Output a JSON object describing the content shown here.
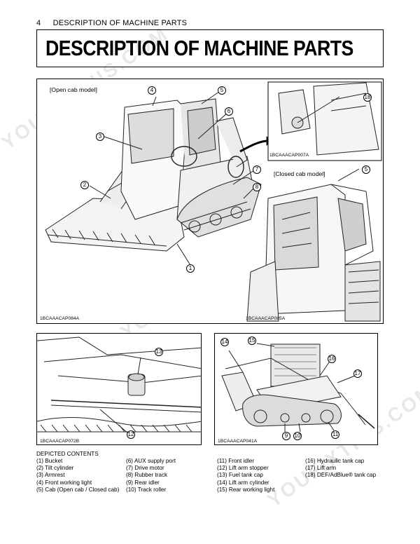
{
  "header": {
    "page_number": "4",
    "section_title": "DESCRIPTION OF MACHINE PARTS"
  },
  "title": "DESCRIPTION OF MACHINE PARTS",
  "figures": {
    "main": {
      "open_label": "[Open cab model]",
      "code_open": "1BCAAACAP084A",
      "inset_code": "1BCAAACAP007A",
      "closed_label": "[Closed cab model]",
      "code_closed": "1BCAAACAP085A"
    },
    "bottom_left": {
      "code": "1BCAAACAP072B"
    },
    "bottom_right": {
      "code": "1BCAAACAP041A"
    }
  },
  "callouts": {
    "c1": "1",
    "c2": "2",
    "c3": "3",
    "c4": "4",
    "c5": "5",
    "c5b": "5",
    "c6": "6",
    "c7": "7",
    "c8": "8",
    "c9": "9",
    "c10": "10",
    "c11": "11",
    "c12": "12",
    "c13": "13",
    "c14": "14",
    "c15": "15",
    "c16": "16",
    "c17": "17",
    "c18": "18"
  },
  "legend": {
    "heading": "DEPICTED CONTENTS",
    "col1": [
      "(1) Bucket",
      "(2) Tilt cylinder",
      "(3) Armrest",
      "(4) Front working light",
      "(5) Cab (Open cab / Closed cab)"
    ],
    "col2": [
      "(6) AUX supply port",
      "(7) Drive motor",
      "(8) Rubber track",
      "(9) Rear idler",
      "(10) Track roller"
    ],
    "col3": [
      "(11) Front idler",
      "(12) Lift arm stopper",
      "(13) Fuel tank cap",
      "(14) Lift arm cylinder",
      "(15) Rear working light"
    ],
    "col4": [
      "(16) Hydraulic tank cap",
      "(17) Lift arm",
      "(18) DEF/AdBlue® tank cap"
    ]
  },
  "watermark": "YOUFIXTHIS.COM"
}
